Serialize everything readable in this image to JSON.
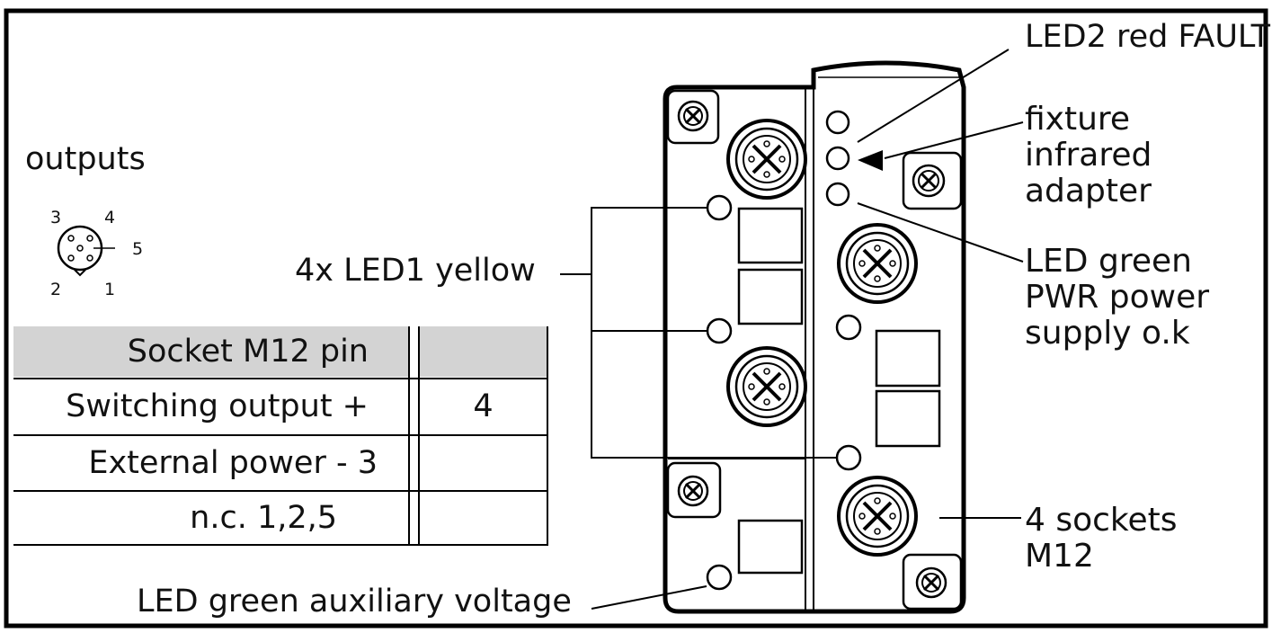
{
  "outputs_label": "outputs",
  "pin_numbers": [
    "3",
    "4",
    "5",
    "2",
    "1"
  ],
  "table": {
    "header": [
      "Socket M12 pin",
      ""
    ],
    "rows": [
      [
        "Switching output +",
        "4"
      ],
      [
        "External power - 3",
        ""
      ],
      [
        "n.c. 1,2,5",
        ""
      ]
    ],
    "header_bg": "#d3d3d3"
  },
  "callouts": {
    "led1": "4x LED1 yellow",
    "aux": "LED green auxiliary voltage",
    "fault": "LED2 red FAULT",
    "fixture": [
      "fixture",
      "infrared",
      "adapter"
    ],
    "pwr": [
      "LED green",
      "PWR power",
      "supply o.k"
    ],
    "sockets": [
      "4 sockets",
      "M12"
    ]
  }
}
